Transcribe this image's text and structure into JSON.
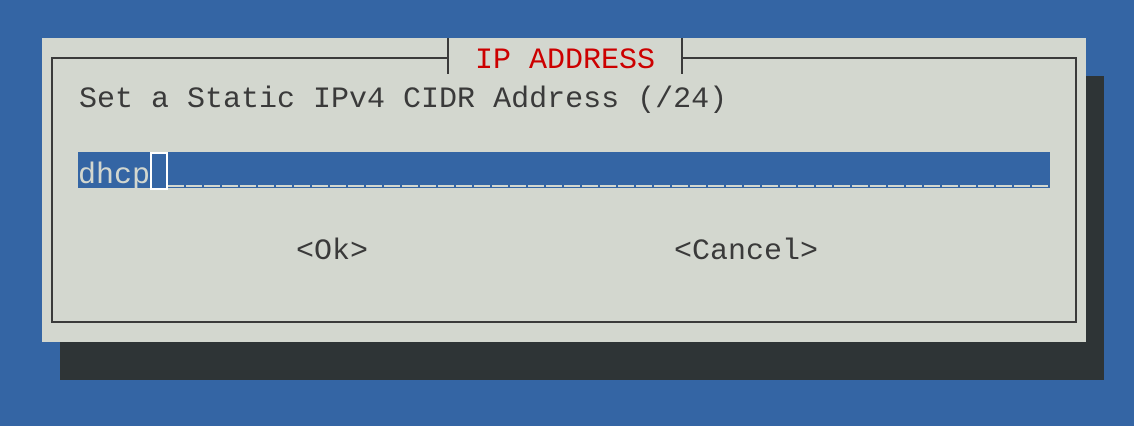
{
  "dialog": {
    "title": "IP ADDRESS",
    "prompt": "Set a Static IPv4 CIDR Address (/24)",
    "input": {
      "value": "dhcp"
    },
    "buttons": {
      "ok": "<Ok>",
      "cancel": "<Cancel>"
    }
  },
  "colors": {
    "background": "#3465a4",
    "dialog": "#d3d7cf",
    "title": "#cc0000",
    "shadow": "#2e3436"
  }
}
